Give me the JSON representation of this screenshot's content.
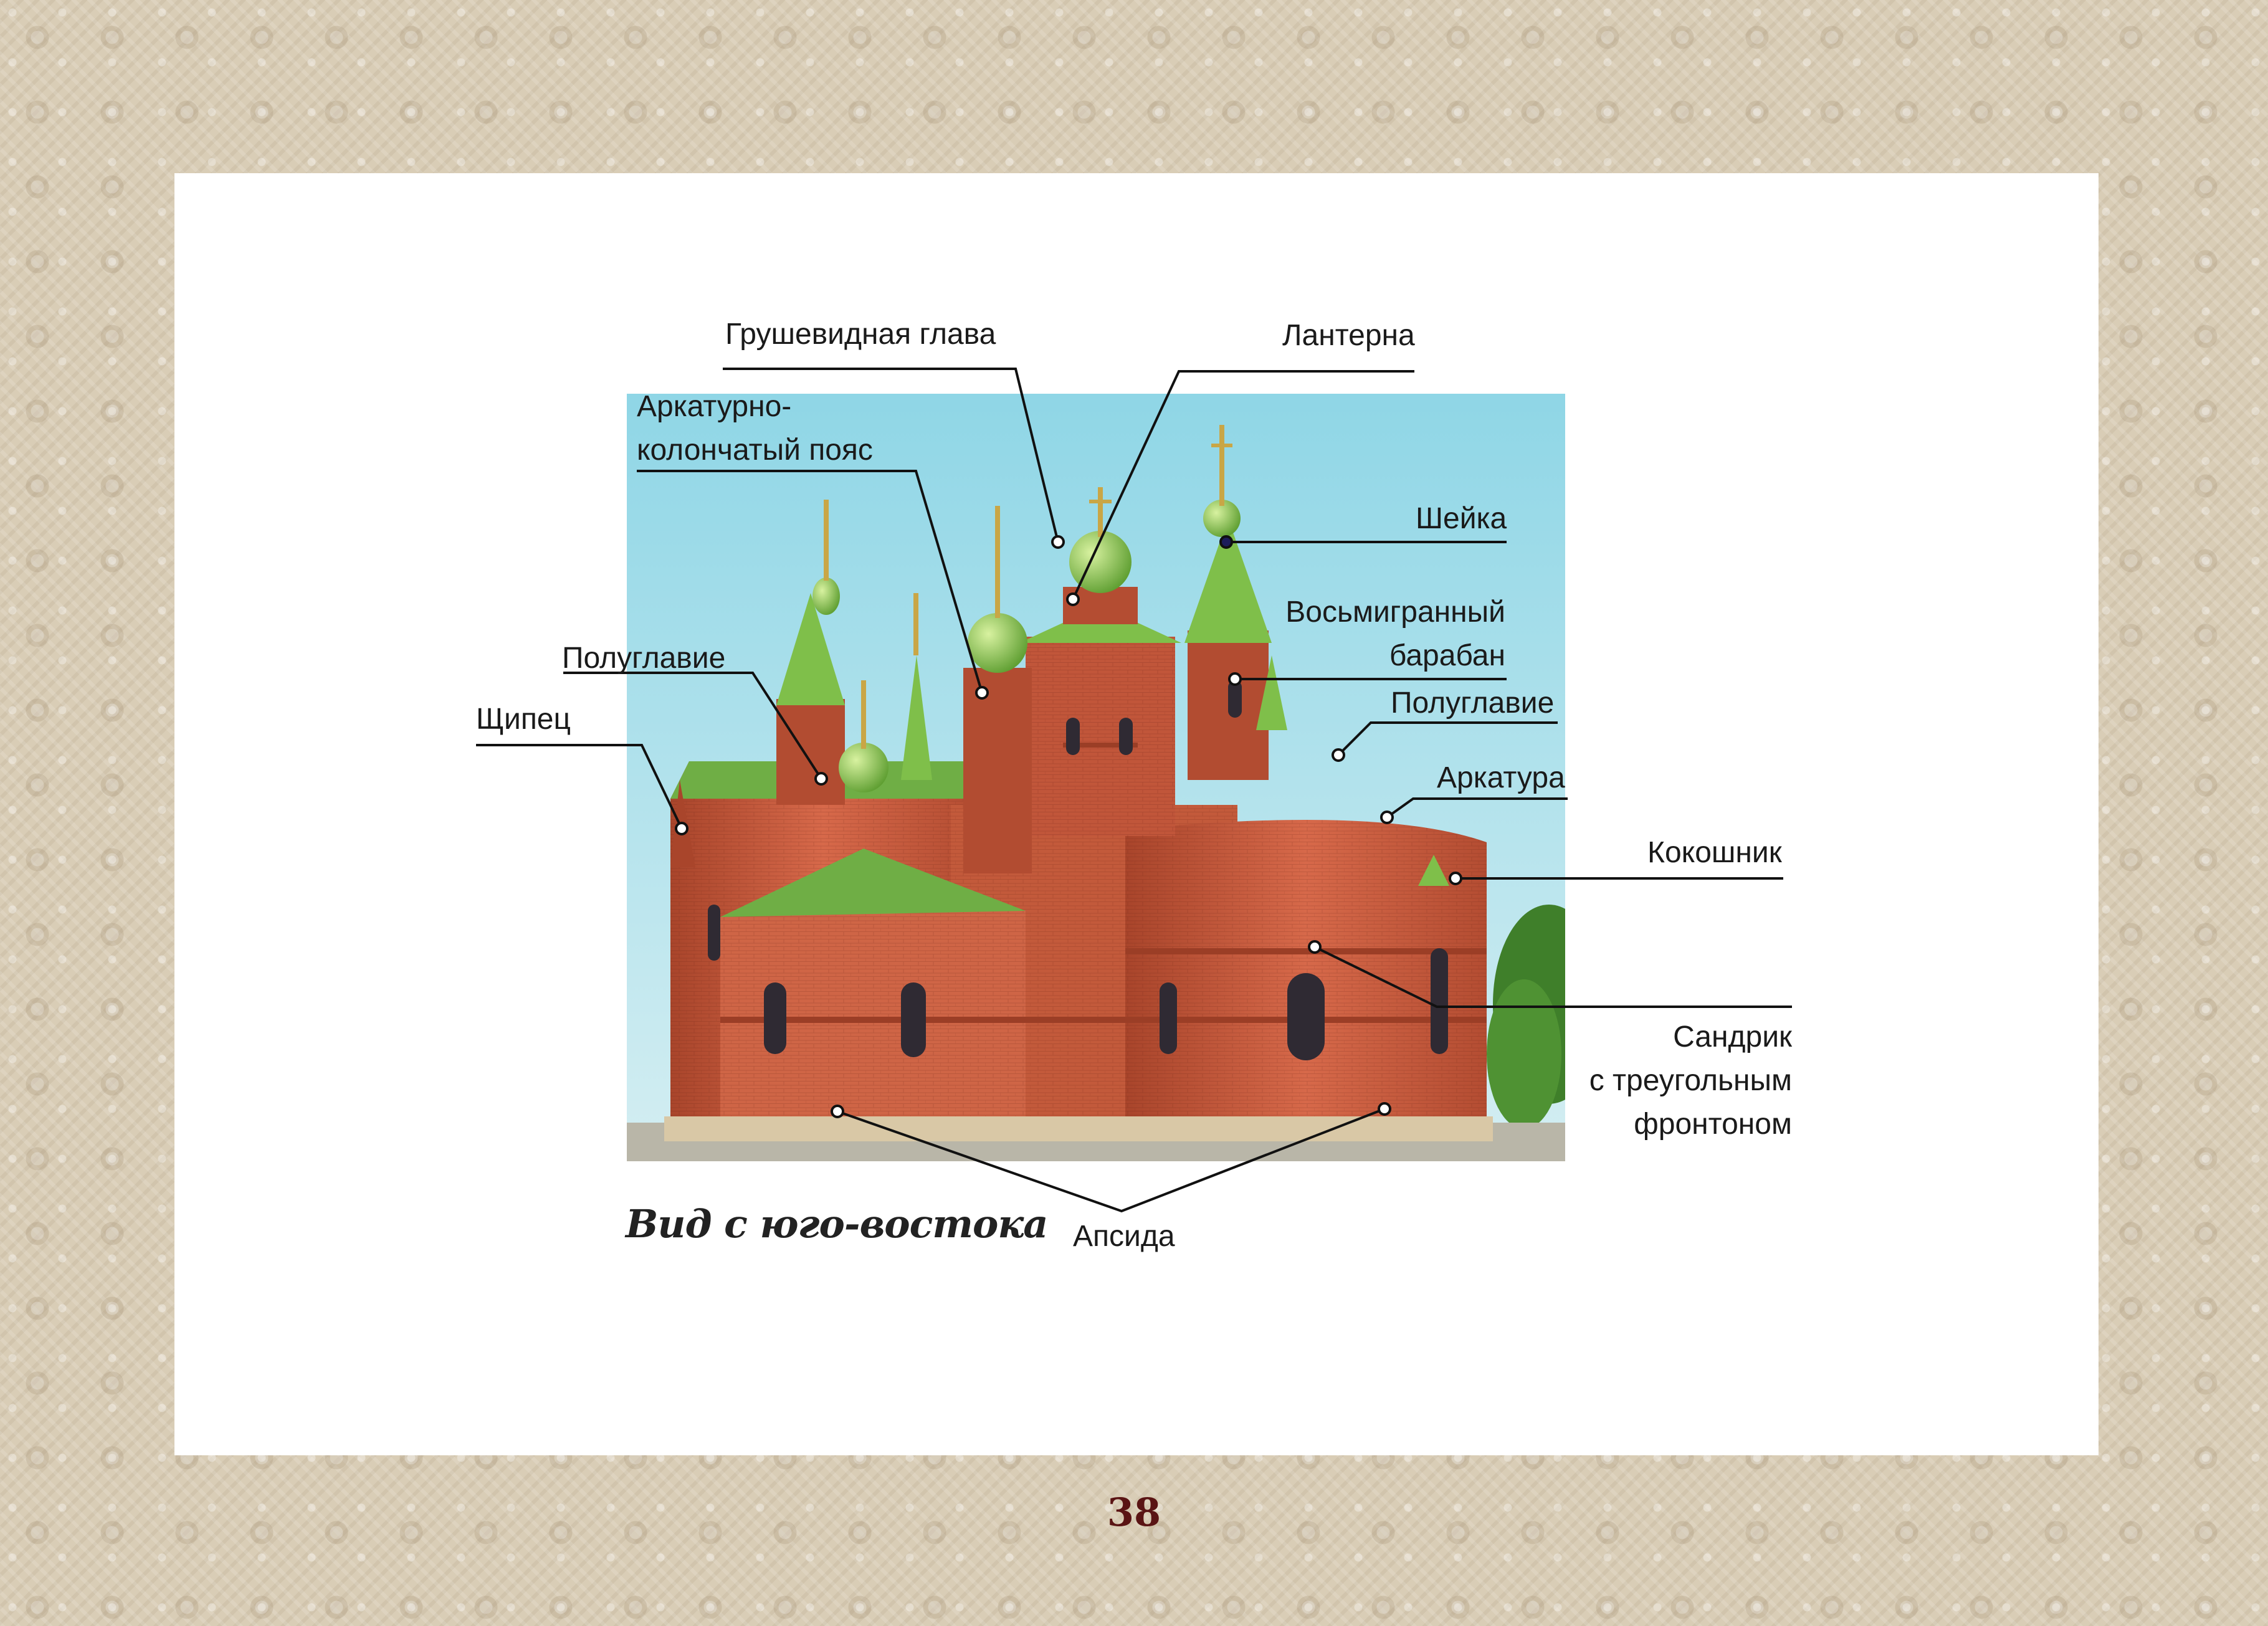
{
  "caption": "Вид с юго-востока",
  "page_number": "38",
  "labels": {
    "grushevidnaya_glava": "Грушевидная глава",
    "lanterna": "Лантерна",
    "arkaturno_line1": "Аркатурно-",
    "arkaturno_line2": "колончатый пояс",
    "sheyka": "Шейка",
    "vosmigranny_line1": "Восьмигранный",
    "vosmigranny_line2": "барабан",
    "poluglavie_left": "Полуглавие",
    "poluglavie_right": "Полуглавие",
    "shchipets": "Щипец",
    "arkatura": "Арkатура",
    "kokoshnik": "Кокошник",
    "sandrik_line1": "Сандрик",
    "sandrik_line2": "с треугольным",
    "sandrik_line3": "фронтоном",
    "apsida": "Апсида"
  },
  "colors": {
    "brick": "#c65a3a",
    "roof_green": "#7fbf4a",
    "sky": "#a8dbe6",
    "page_number": "#5a1414"
  }
}
